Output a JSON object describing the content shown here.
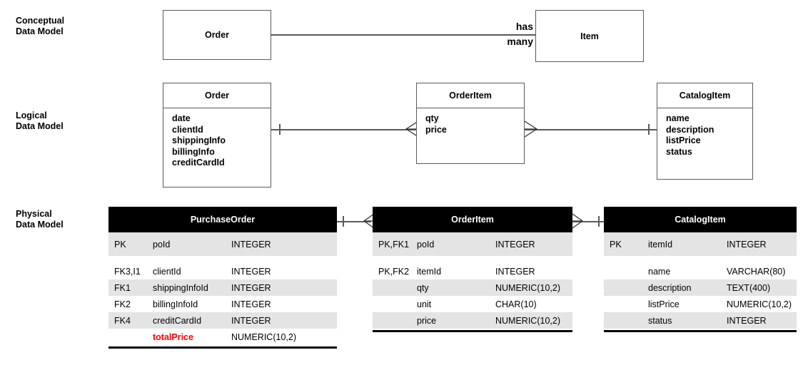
{
  "layers": {
    "conceptual": {
      "label": "Conceptual\nData Model"
    },
    "logical": {
      "label": "Logical\nData Model"
    },
    "physical": {
      "label": "Physical\nData Model"
    }
  },
  "conceptual": {
    "entities": [
      {
        "name": "Order"
      },
      {
        "name": "Item"
      }
    ],
    "relationship_label": "has\nmany"
  },
  "logical": {
    "entities": [
      {
        "name": "Order",
        "attributes": [
          "date",
          "clientId",
          "shippingInfo",
          "billingInfo",
          "creditCardId"
        ]
      },
      {
        "name": "OrderItem",
        "attributes": [
          "qty",
          "price"
        ]
      },
      {
        "name": "CatalogItem",
        "attributes": [
          "name",
          "description",
          "listPrice",
          "status"
        ]
      }
    ]
  },
  "physical": {
    "tables": [
      {
        "name": "PurchaseOrder",
        "columns": [
          {
            "key": "PK",
            "name": "poId",
            "type": "INTEGER"
          },
          {
            "key": "FK3,I1",
            "name": "clientId",
            "type": "INTEGER"
          },
          {
            "key": "FK1",
            "name": "shippingInfoId",
            "type": "INTEGER"
          },
          {
            "key": "FK2",
            "name": "billingInfoId",
            "type": "INTEGER"
          },
          {
            "key": "FK4",
            "name": "creditCardId",
            "type": "INTEGER"
          },
          {
            "key": "",
            "name": "totalPrice",
            "type": "NUMERIC(10,2)",
            "accent": true
          }
        ]
      },
      {
        "name": "OrderItem",
        "columns": [
          {
            "key": "PK,FK1",
            "name": "poId",
            "type": "INTEGER"
          },
          {
            "key": "PK,FK2",
            "name": "itemId",
            "type": "INTEGER"
          },
          {
            "key": "",
            "name": "qty",
            "type": "NUMERIC(10,2)"
          },
          {
            "key": "",
            "name": "unit",
            "type": "CHAR(10)"
          },
          {
            "key": "",
            "name": "price",
            "type": "NUMERIC(10,2)"
          }
        ]
      },
      {
        "name": "CatalogItem",
        "columns": [
          {
            "key": "PK",
            "name": "itemId",
            "type": "INTEGER"
          },
          {
            "key": "",
            "name": "name",
            "type": "VARCHAR(80)"
          },
          {
            "key": "",
            "name": "description",
            "type": "TEXT(400)"
          },
          {
            "key": "",
            "name": "listPrice",
            "type": "NUMERIC(10,2)"
          },
          {
            "key": "",
            "name": "status",
            "type": "INTEGER"
          }
        ]
      }
    ]
  },
  "colors": {
    "accent": "#ff0000",
    "header_bg": "#000000",
    "row_shade": "#e4e4e4",
    "line": "#5a5a5a"
  }
}
